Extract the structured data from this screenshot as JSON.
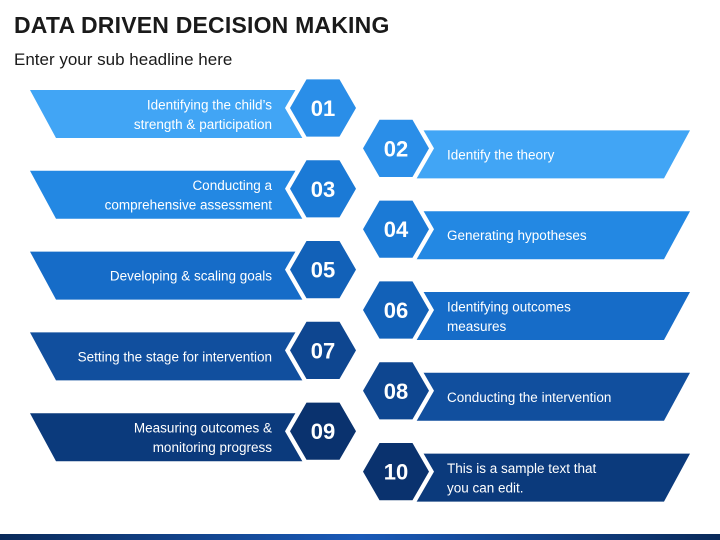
{
  "header": {
    "title": "DATA DRIVEN DECISION MAKING",
    "subtitle": "Enter your sub headline here"
  },
  "steps": [
    {
      "number": "01",
      "side": "left",
      "lines": [
        "Identifying the child’s",
        "strength & participation"
      ],
      "band_color": "#41a5f5",
      "hex_color": "#2a8ee8"
    },
    {
      "number": "02",
      "side": "right",
      "lines": [
        "Identify the theory"
      ],
      "band_color": "#41a5f5",
      "hex_color": "#2a8ee8"
    },
    {
      "number": "03",
      "side": "left",
      "lines": [
        "Conducting a",
        "comprehensive assessment"
      ],
      "band_color": "#2388e3",
      "hex_color": "#1b7ad6"
    },
    {
      "number": "04",
      "side": "right",
      "lines": [
        "Generating hypotheses"
      ],
      "band_color": "#2388e3",
      "hex_color": "#1b7ad6"
    },
    {
      "number": "05",
      "side": "left",
      "lines": [
        "Developing & scaling goals"
      ],
      "band_color": "#166cc8",
      "hex_color": "#1261b8"
    },
    {
      "number": "06",
      "side": "right",
      "lines": [
        "Identifying outcomes",
        "measures"
      ],
      "band_color": "#166cc8",
      "hex_color": "#1261b8"
    },
    {
      "number": "07",
      "side": "left",
      "lines": [
        "Setting the stage for intervention"
      ],
      "band_color": "#114f9e",
      "hex_color": "#0e4690"
    },
    {
      "number": "08",
      "side": "right",
      "lines": [
        "Conducting the intervention"
      ],
      "band_color": "#114f9e",
      "hex_color": "#0e4690"
    },
    {
      "number": "09",
      "side": "left",
      "lines": [
        "Measuring outcomes &",
        "monitoring progress"
      ],
      "band_color": "#0b3a7c",
      "hex_color": "#0a326e"
    },
    {
      "number": "10",
      "side": "right",
      "lines": [
        "This is a sample text that",
        "you can edit."
      ],
      "band_color": "#0b3a7c",
      "hex_color": "#0a326e"
    }
  ]
}
